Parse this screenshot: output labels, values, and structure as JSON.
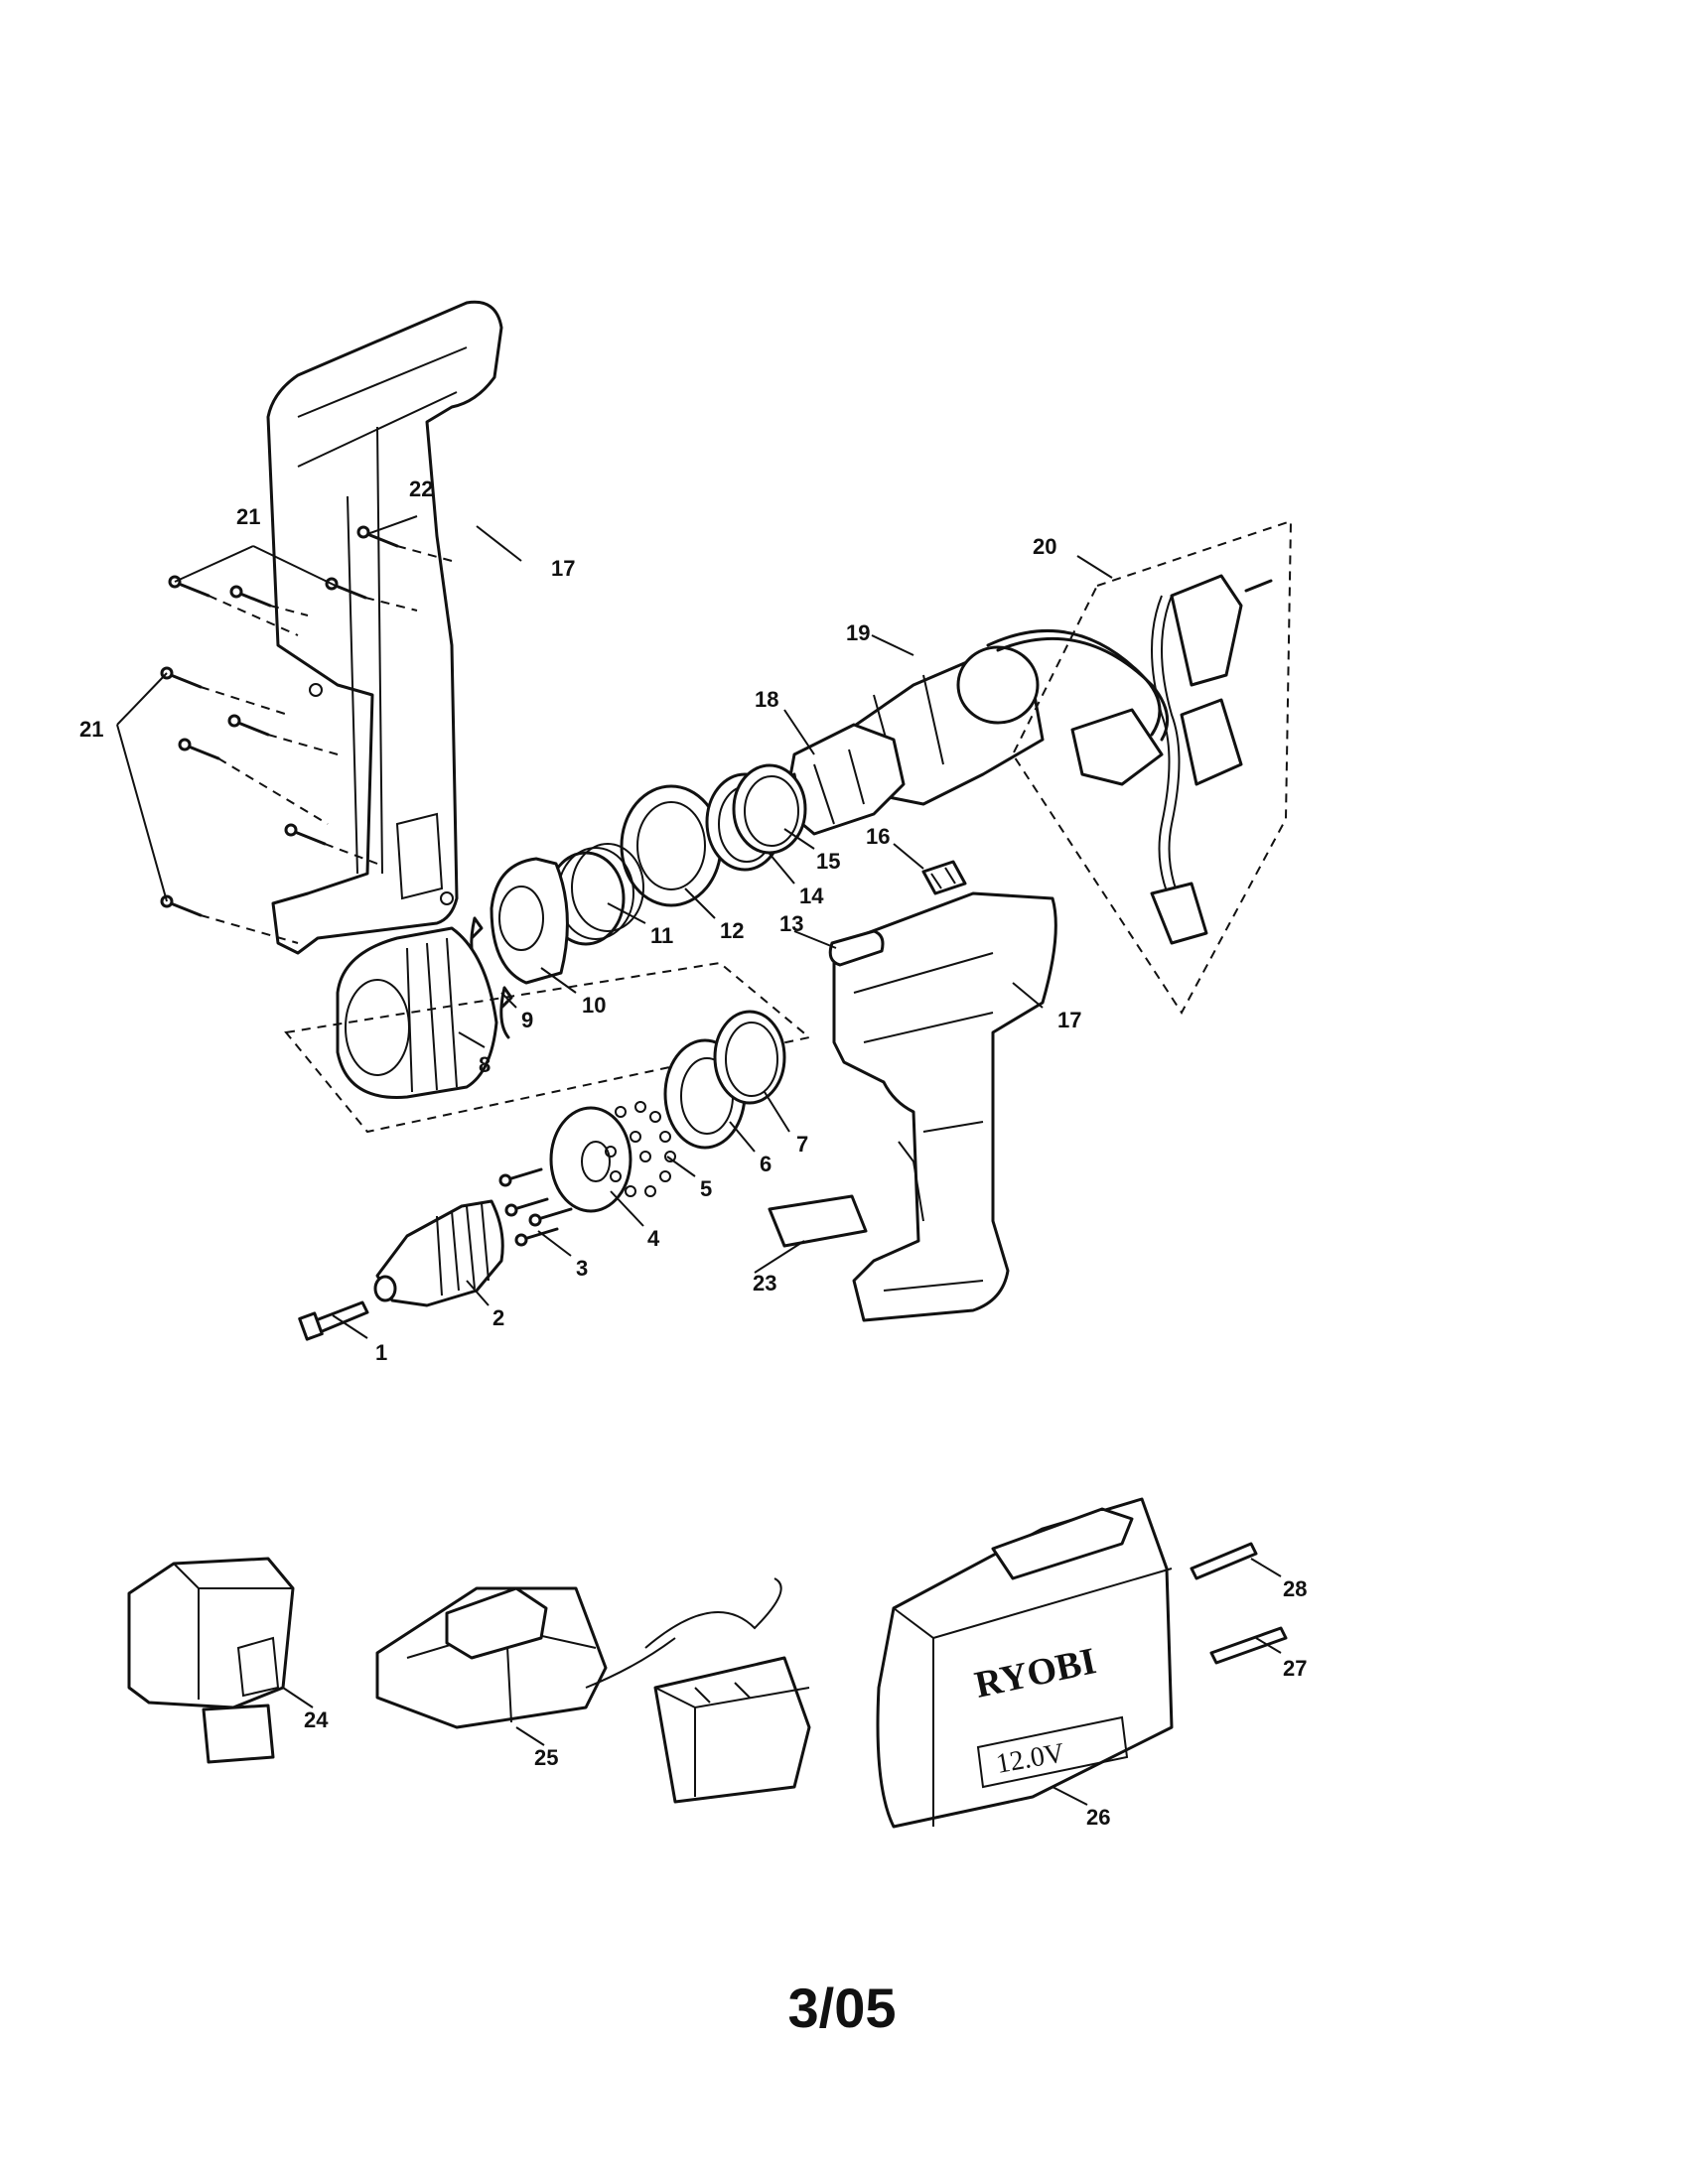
{
  "diagram": {
    "part_numbers": [
      "1",
      "2",
      "3",
      "4",
      "5",
      "6",
      "7",
      "8",
      "9",
      "10",
      "11",
      "12",
      "13",
      "14",
      "15",
      "16",
      "17",
      "17",
      "18",
      "19",
      "20",
      "21",
      "21",
      "22",
      "23",
      "24",
      "25",
      "26",
      "27",
      "28"
    ],
    "case_label": {
      "brand": "RYOBI",
      "voltage": "12.0V"
    }
  },
  "footer": {
    "date_code": "3/05"
  }
}
